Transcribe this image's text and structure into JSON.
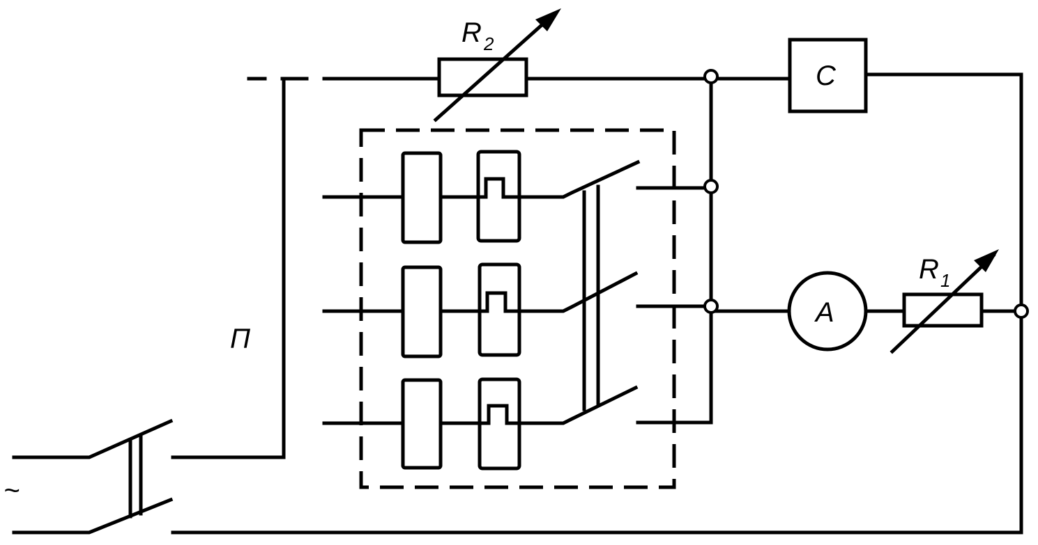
{
  "labels": {
    "r2": "R",
    "r2_sub": "2",
    "r1": "R",
    "r1_sub": "1",
    "capacitor": "C",
    "ammeter": "A",
    "switch_p": "П",
    "ac_source": "~"
  },
  "colors": {
    "ink": "#000000",
    "background": "#ffffff"
  }
}
